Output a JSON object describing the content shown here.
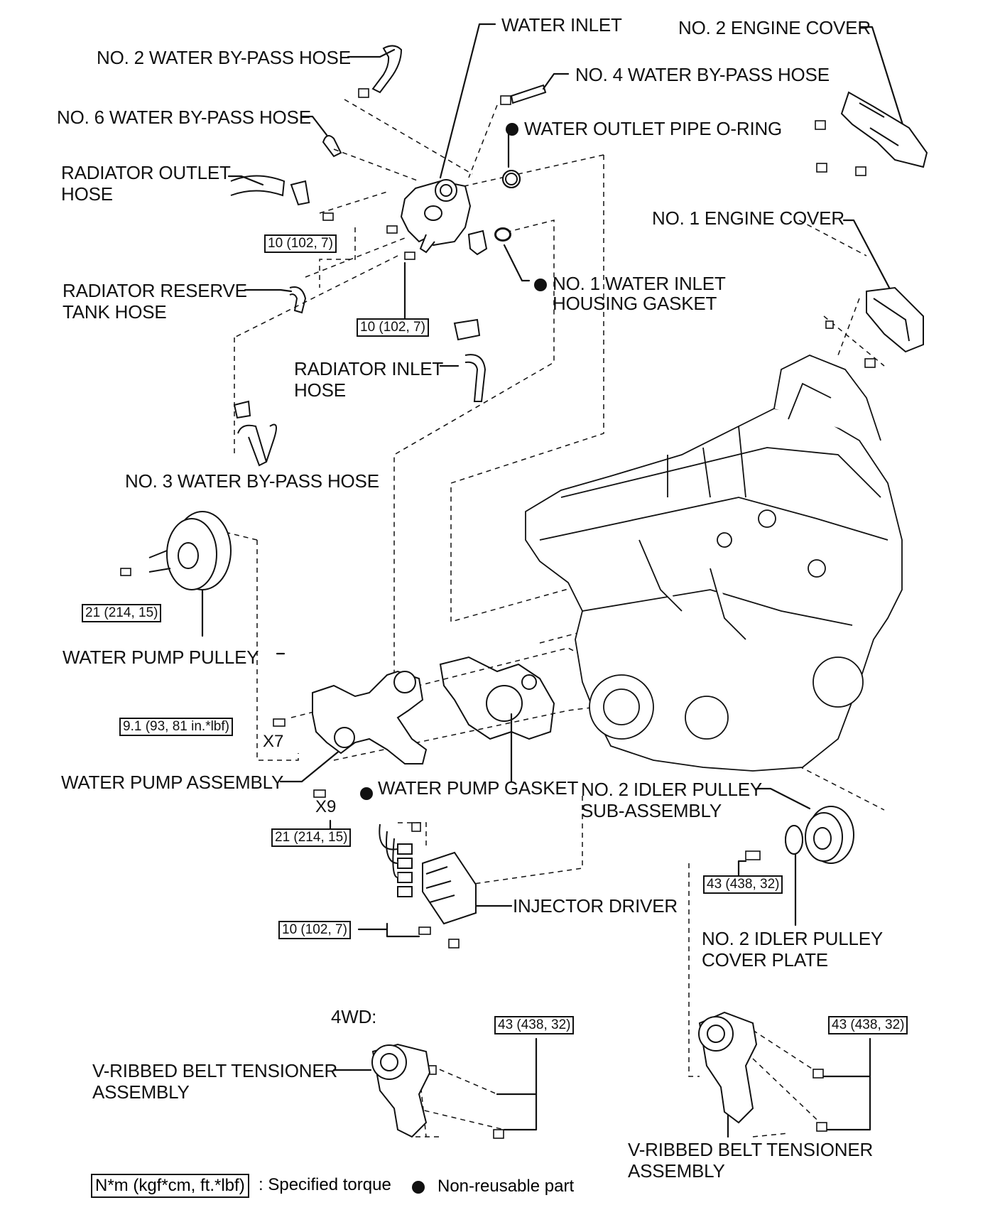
{
  "labels": {
    "water_inlet": "WATER INLET",
    "no2_engine_cover": "NO. 2 ENGINE COVER",
    "no2_bypass": "NO. 2 WATER BY-PASS HOSE",
    "no4_bypass": "NO. 4 WATER BY-PASS HOSE",
    "no6_bypass": "NO. 6 WATER BY-PASS HOSE",
    "outlet_oring": "WATER OUTLET PIPE O-RING",
    "radiator_outlet_1": "RADIATOR OUTLET",
    "radiator_outlet_2": "HOSE",
    "no1_engine_cover": "NO. 1 ENGINE COVER",
    "reserve_1": "RADIATOR RESERVE",
    "reserve_2": "TANK HOSE",
    "inlet_gasket_1": "NO. 1 WATER INLET",
    "inlet_gasket_2": "HOUSING GASKET",
    "radiator_inlet_1": "RADIATOR INLET",
    "radiator_inlet_2": "HOSE",
    "no3_bypass": "NO. 3 WATER BY-PASS HOSE",
    "pump_pulley": "WATER PUMP PULLEY",
    "pump_assembly": "WATER PUMP ASSEMBLY",
    "pump_gasket": "WATER PUMP GASKET",
    "idler_1": "NO. 2 IDLER PULLEY",
    "idler_2": "SUB-ASSEMBLY",
    "injector_driver": "INJECTOR DRIVER",
    "cover_plate_1": "NO. 2 IDLER PULLEY",
    "cover_plate_2": "COVER PLATE",
    "fourwd": "4WD:",
    "tensioner_left_1": "V-RIBBED BELT TENSIONER",
    "tensioner_left_2": "ASSEMBLY",
    "tensioner_right_1": "V-RIBBED BELT TENSIONER",
    "tensioner_right_2": "ASSEMBLY"
  },
  "torques": {
    "t1": "10 (102, 7)",
    "t2": "10 (102, 7)",
    "t3": "21 (214, 15)",
    "t4": "9.1 (93, 81 in.*lbf)",
    "t5": "21 (214, 15)",
    "t6": "43 (438, 32)",
    "t7": "10 (102, 7)",
    "t8": "43 (438, 32)",
    "t9": "43 (438, 32)"
  },
  "multipliers": {
    "x7": "X7",
    "x9": "X9"
  },
  "legend": {
    "unit": "N*m (kgf*cm, ft.*lbf)",
    "unit_desc": ": Specified torque",
    "nonreusable": "Non-reusable part"
  }
}
